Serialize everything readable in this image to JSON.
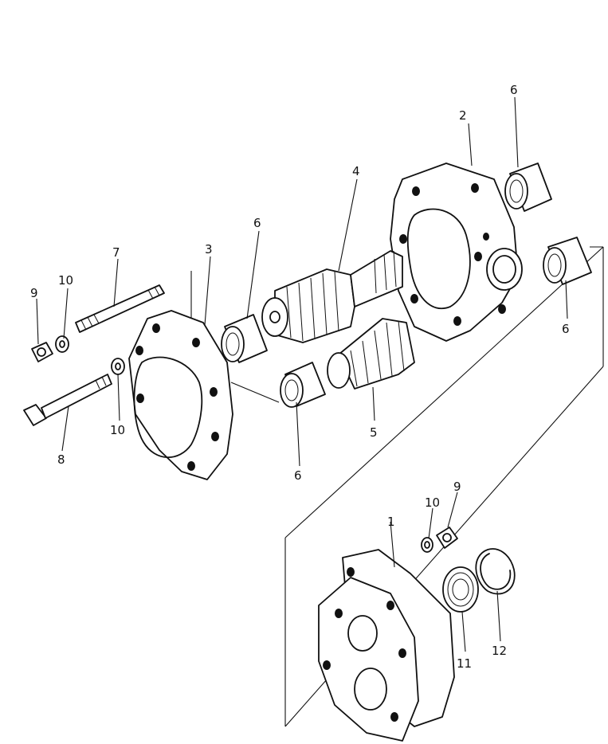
{
  "callouts": {
    "p1": "1",
    "p2": "2",
    "p3": "3",
    "p4": "4",
    "p5": "5",
    "p6a": "6",
    "p6b": "6",
    "p6c": "6",
    "p6d": "6",
    "p7": "7",
    "p8": "8",
    "p9a": "9",
    "p9b": "9",
    "p10a": "10",
    "p10b": "10",
    "p10c": "10",
    "p11": "11",
    "p12": "12"
  }
}
